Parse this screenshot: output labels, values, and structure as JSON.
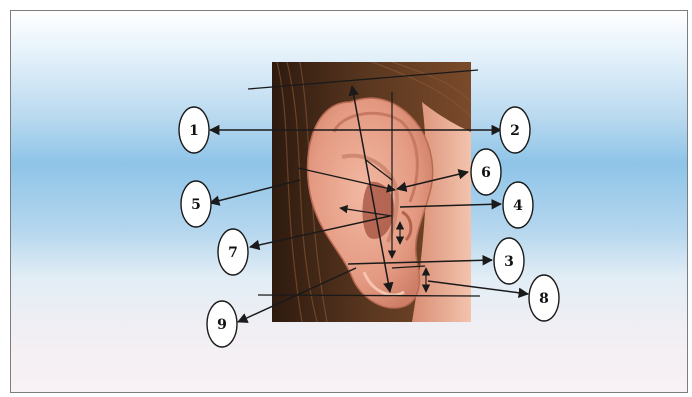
{
  "labels": {
    "l1": "1",
    "l2": "2",
    "l3": "3",
    "l4": "4",
    "l5": "5",
    "l6": "6",
    "l7": "7",
    "l8": "8",
    "l9": "9"
  },
  "colors": {
    "line": "#1a1a1a",
    "skin": "#e9a48e",
    "hair": "#4a2c1b",
    "ellipse_fill": "#ffffff"
  }
}
